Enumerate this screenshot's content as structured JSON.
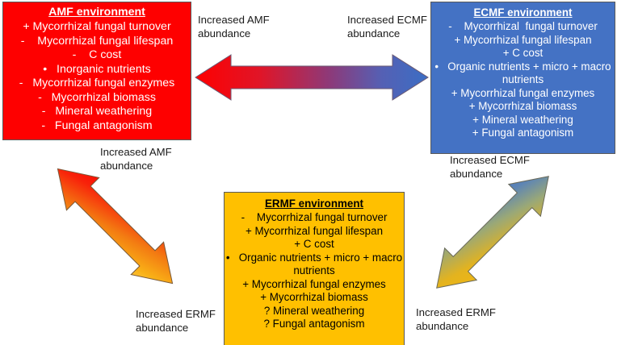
{
  "diagram": {
    "title": "Mycorrhizal environment interaction diagram",
    "background": "#ffffff"
  },
  "boxes": {
    "amf": {
      "title": "AMF environment",
      "color": "#fe0000",
      "text_color": "#ffffff",
      "lines": [
        "+ Mycorrhizal fungal turnover",
        "-    Mycorrhizal fungal lifespan",
        "-    C cost",
        "•   Inorganic nutrients",
        "-   Mycorrhizal fungal enzymes",
        "-   Mycorrhizal biomass",
        "-   Mineral weathering",
        "-   Fungal antagonism"
      ]
    },
    "ecmf": {
      "title": "ECMF environment",
      "color": "#4472c4",
      "text_color": "#ffffff",
      "lines": [
        "-    Mycorrhizal  fungal turnover",
        "+ Mycorrhizal fungal lifespan",
        "+ C cost",
        "•   Organic nutrients + micro + macro nutrients",
        "+ Mycorrhizal fungal enzymes",
        "+ Mycorrhizal biomass",
        "+ Mineral weathering",
        "+ Fungal antagonism"
      ]
    },
    "ermf": {
      "title": "ERMF environment",
      "color": "#ffc000",
      "text_color": "#000000",
      "lines": [
        "-    Mycorrhizal fungal turnover",
        "+ Mycorrhizal fungal lifespan",
        "+ C cost",
        "•   Organic nutrients + micro + macro nutrients",
        "+ Mycorrhizal fungal enzymes",
        "+ Mycorrhizal biomass",
        "? Mineral weathering",
        "? Fungal antagonism"
      ]
    }
  },
  "labels": {
    "top_left": "Increased AMF\nabundance",
    "top_right": "Increased ECMF\nabundance",
    "mid_left": "Increased AMF\nabundance",
    "mid_right": "Increased ECMF\nabundance",
    "bottom_left": "Increased ERMF\nabundance",
    "bottom_right": "Increased ERMF\nabundance"
  },
  "arrows": {
    "horizontal": {
      "name": "amf-ecmf-double-arrow",
      "from_color": "#fe0000",
      "to_color": "#4472c4",
      "direction": "bidirectional-horizontal"
    },
    "left_diagonal": {
      "name": "amf-ermf-double-arrow",
      "from_color": "#fe0000",
      "to_color": "#ffc72c",
      "direction": "bidirectional-diagonal"
    },
    "right_diagonal": {
      "name": "ermf-ecmf-double-arrow",
      "from_color": "#ffc000",
      "to_color": "#4472c4",
      "direction": "bidirectional-diagonal"
    }
  }
}
